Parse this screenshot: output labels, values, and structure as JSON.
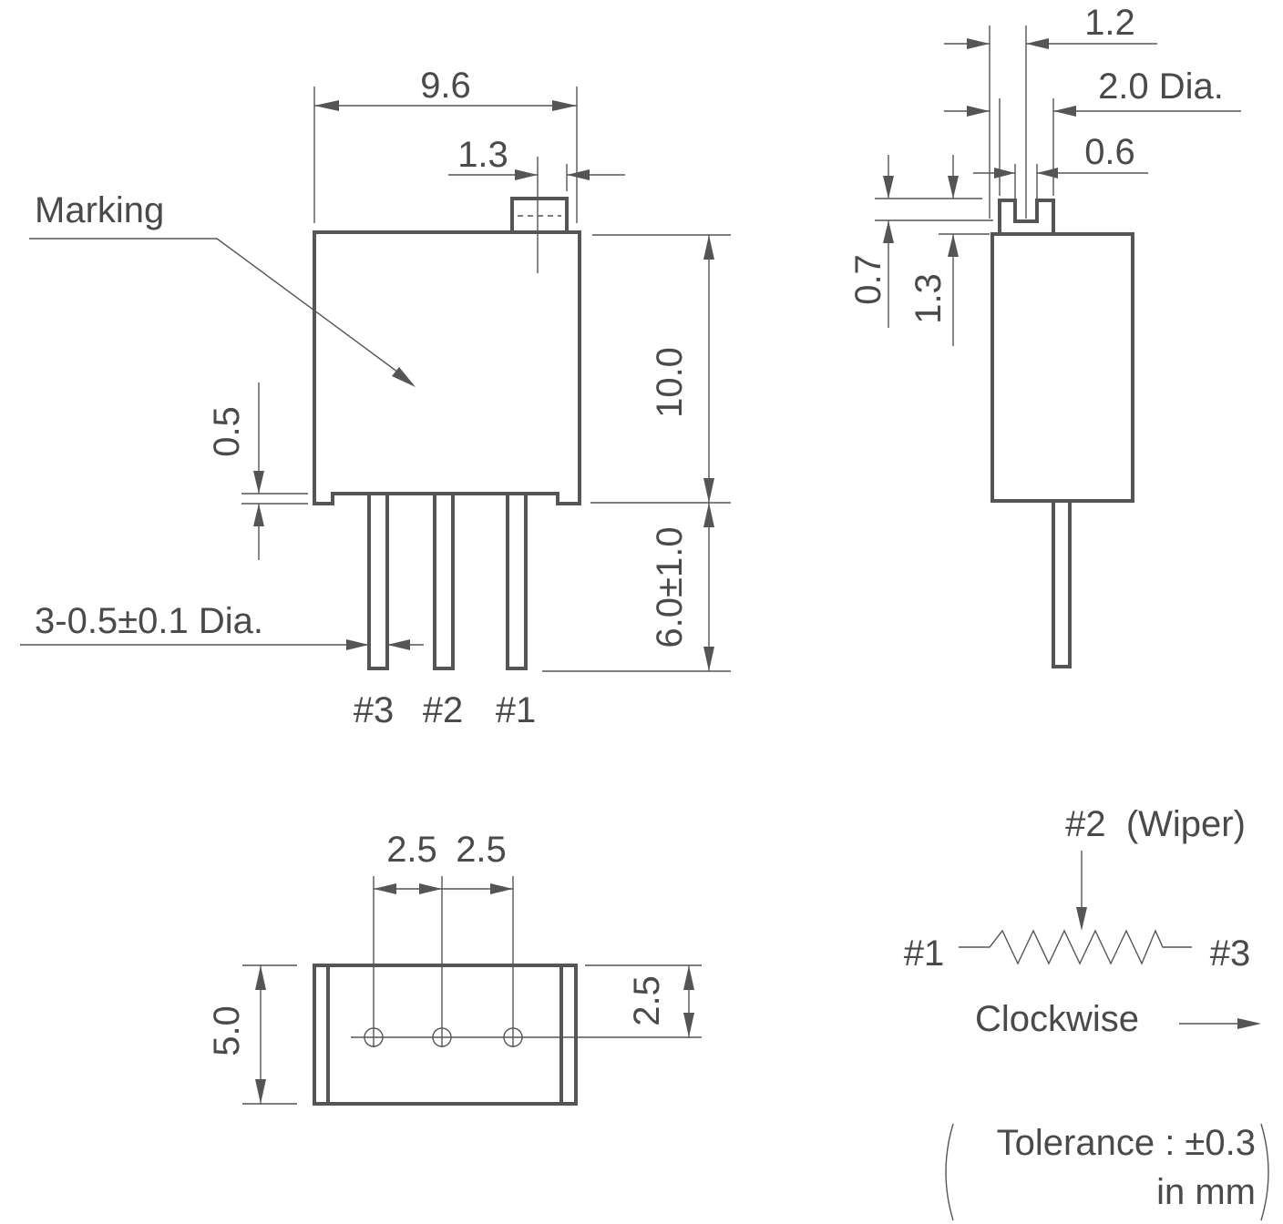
{
  "front_view": {
    "width_dim": "9.6",
    "shaft_dim": "1.3",
    "marking_label": "Marking",
    "body_height_dim": "10.0",
    "standoff_dim": "0.5",
    "pin_length_dim": "6.0±1.0",
    "pin_dia_dim": "3-0.5±0.1 Dia.",
    "pins": [
      "#3",
      "#2",
      "#1"
    ]
  },
  "side_view": {
    "slot_dim": "1.2",
    "shaft_dia_dim": "2.0 Dia.",
    "slot_width_dim": "0.6",
    "slot_depth_dim": "0.7",
    "shaft_height_dim": "1.3"
  },
  "bottom_view": {
    "pitch_left": "2.5",
    "pitch_right": "2.5",
    "depth_dim": "5.0",
    "row_offset_dim": "2.5"
  },
  "schematic": {
    "wiper_label": "#2  (Wiper)",
    "left_terminal": "#1",
    "right_terminal": "#3",
    "direction_label": "Clockwise"
  },
  "note": {
    "line1": "Tolerance : ±0.3",
    "line2": "in mm"
  }
}
